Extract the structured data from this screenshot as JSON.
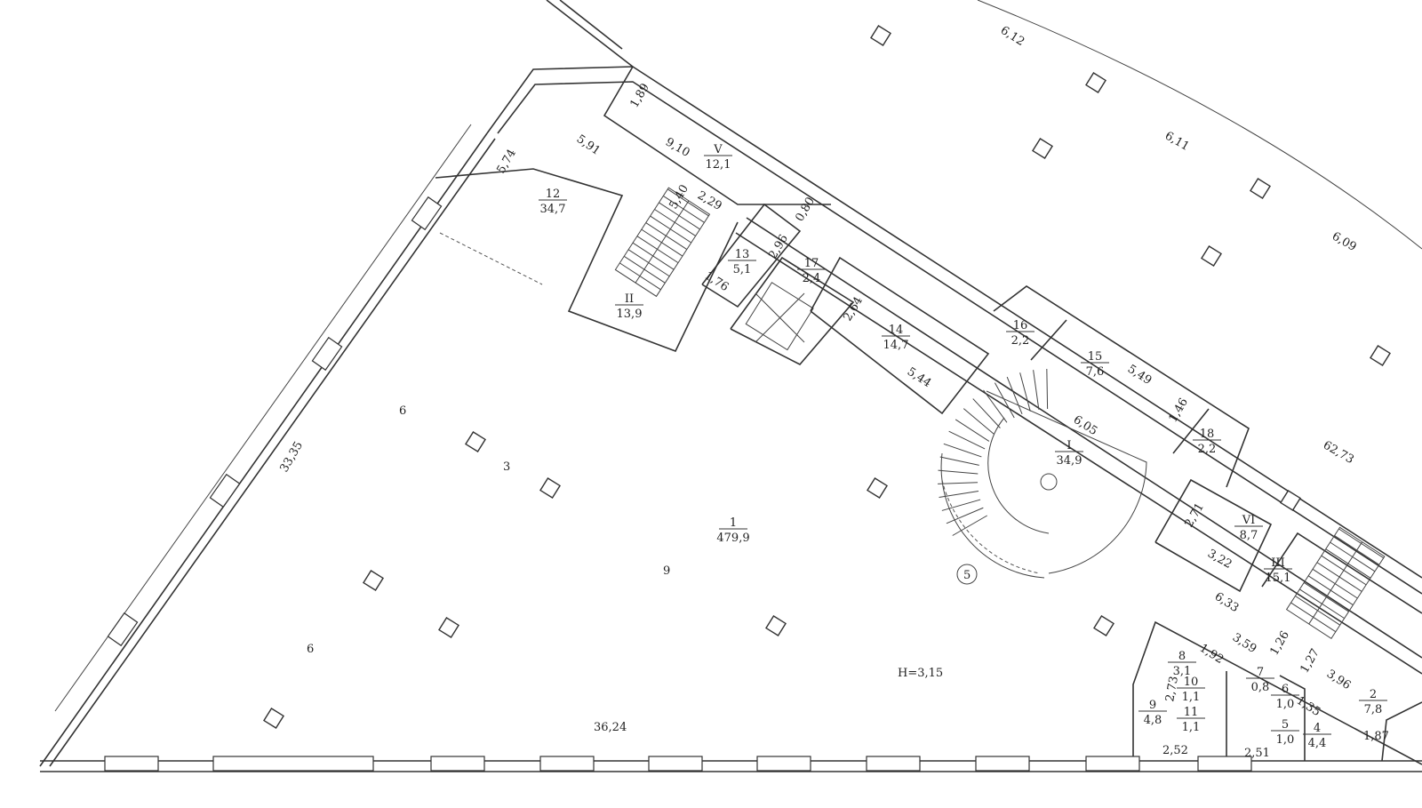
{
  "plan": {
    "ceiling_height": "H=3,15",
    "axis_marker": "5",
    "rooms": [
      {
        "num": "12",
        "area": "34,7"
      },
      {
        "num": "V",
        "area": "12,1"
      },
      {
        "num": "II",
        "area": "13,9"
      },
      {
        "num": "13",
        "area": "5,1"
      },
      {
        "num": "17",
        "area": "2,4"
      },
      {
        "num": "14",
        "area": "14,7"
      },
      {
        "num": "16",
        "area": "2,2"
      },
      {
        "num": "15",
        "area": "7,6"
      },
      {
        "num": "18",
        "area": "2,2"
      },
      {
        "num": "I",
        "area": "34,9"
      },
      {
        "num": "VI",
        "area": "8,7"
      },
      {
        "num": "III",
        "area": "15,1"
      },
      {
        "num": "1",
        "area": "479,9"
      },
      {
        "num": "8",
        "area": "3,1"
      },
      {
        "num": "9",
        "area": "4,8"
      },
      {
        "num": "10",
        "area": "1,1"
      },
      {
        "num": "11",
        "area": "1,1"
      },
      {
        "num": "7",
        "area": "0,8"
      },
      {
        "num": "6",
        "area": "1,0"
      },
      {
        "num": "5",
        "area": "1,0"
      },
      {
        "num": "4",
        "area": "4,4"
      },
      {
        "num": "2",
        "area": "7,8"
      }
    ],
    "dimensions": [
      "6,12",
      "6,11",
      "6,09",
      "62,73",
      "1,89",
      "5,91",
      "9,10",
      "0,80",
      "5,74",
      "5,40",
      "2,29",
      "2,96",
      "1,76",
      "2,64",
      "5,44",
      "6,05",
      "5,49",
      "1,46",
      "2,71",
      "3,22",
      "6,33",
      "3,59",
      "1,26",
      "1,27",
      "3,96",
      "1,92",
      "2,73",
      "1,35",
      "1,87",
      "2,52",
      "2,51",
      "33,35",
      "36,24"
    ],
    "marks": [
      "6",
      "3",
      "9",
      "6"
    ]
  }
}
